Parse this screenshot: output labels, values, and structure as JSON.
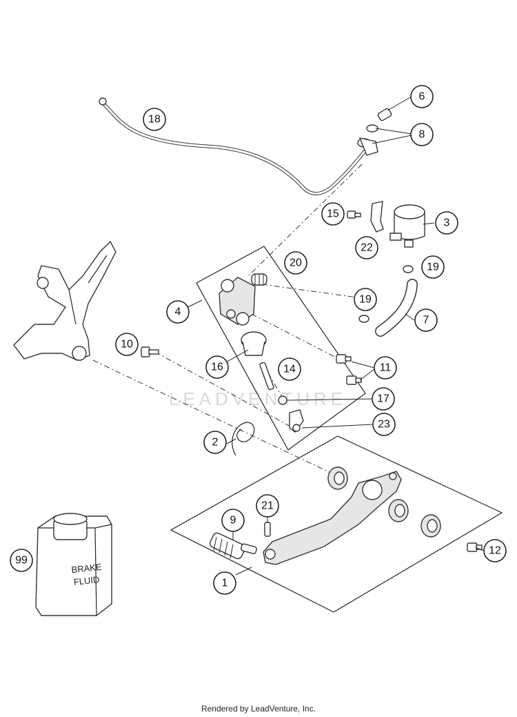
{
  "watermark": "LEADVENTURE",
  "footer": "Rendered by LeadVenture, Inc.",
  "bottle_label": [
    "BRAKE",
    "FLUID"
  ],
  "callouts": [
    "18",
    "6",
    "8",
    "15",
    "3",
    "22",
    "20",
    "19",
    "4",
    "19",
    "7",
    "10",
    "11",
    "16",
    "14",
    "17",
    "2",
    "23",
    "21",
    "9",
    "99",
    "12",
    "1"
  ]
}
